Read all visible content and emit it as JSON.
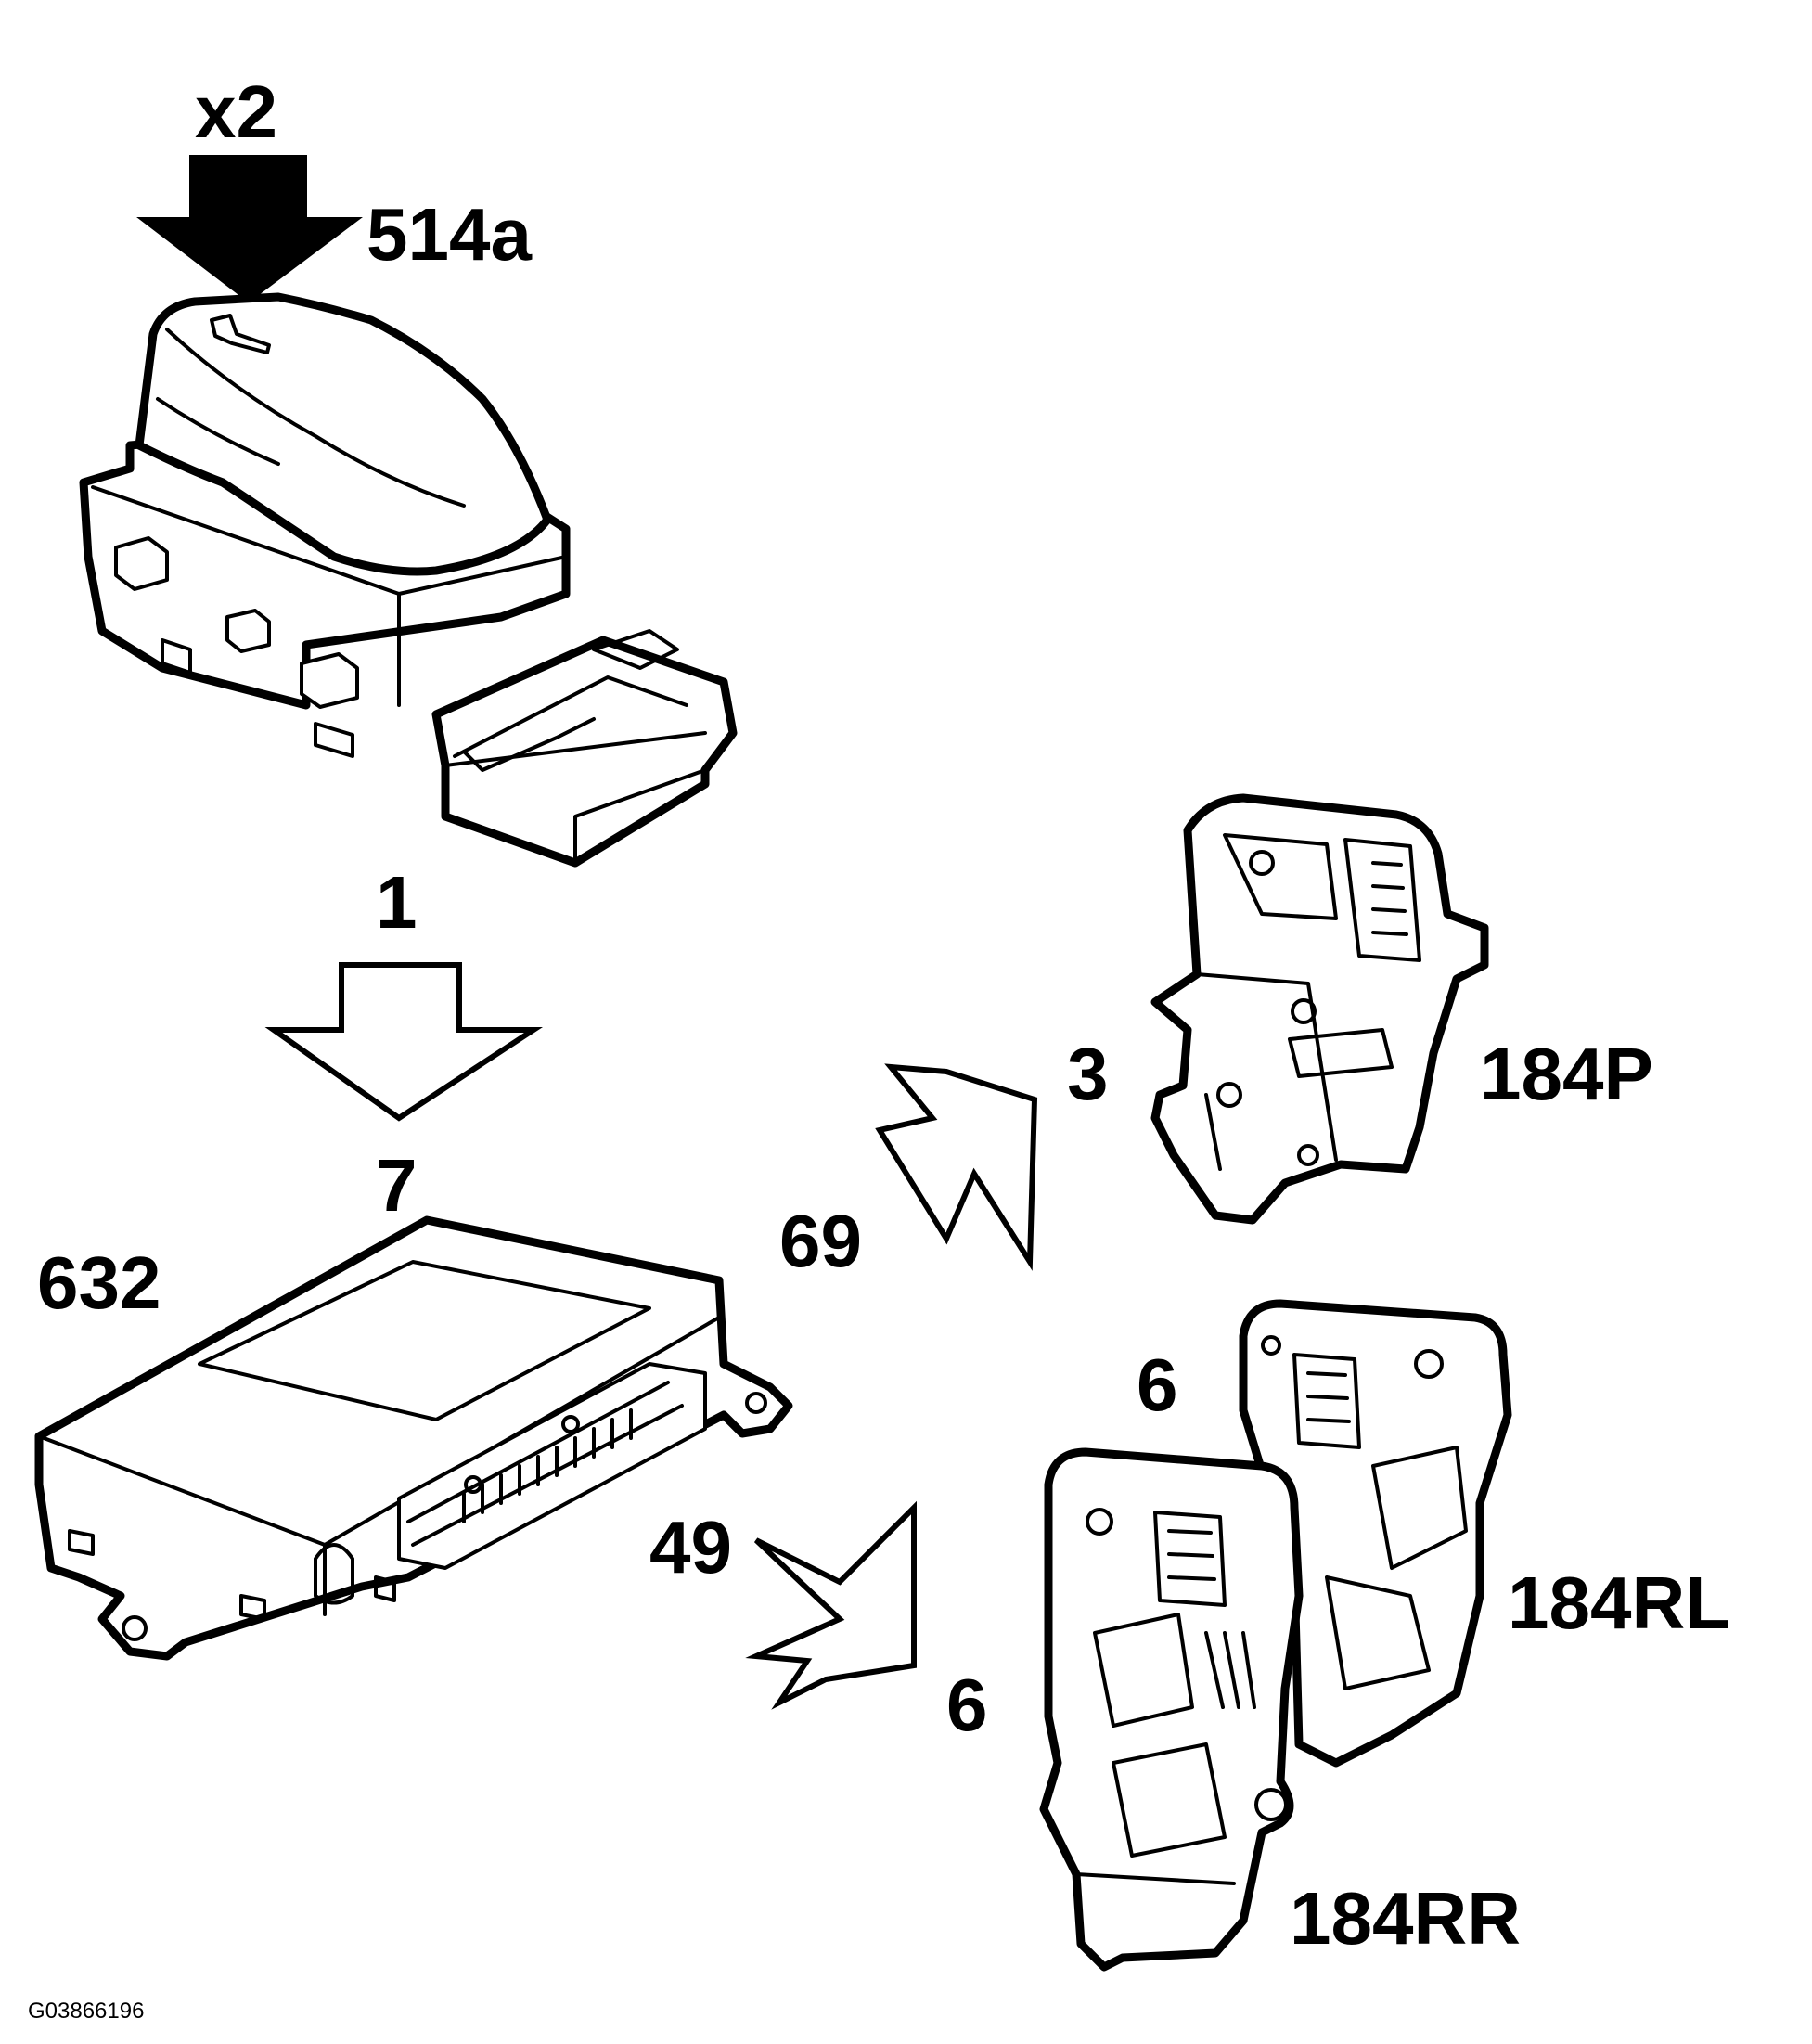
{
  "labels": {
    "multiplier": "x2",
    "switch_id": "514a",
    "switch_pin": "1",
    "module_pin": "7",
    "module_id": "632",
    "out_upper": "69",
    "out_lower": "49",
    "front_pin": "3",
    "front_motor": "184P",
    "rear_pin_upper": "6",
    "rear_pin_lower": "6",
    "rear_left_motor": "184RL",
    "rear_right_motor": "184RR",
    "figure_code": "G03866196"
  },
  "colors": {
    "ink": "#000000",
    "paper": "#ffffff"
  }
}
